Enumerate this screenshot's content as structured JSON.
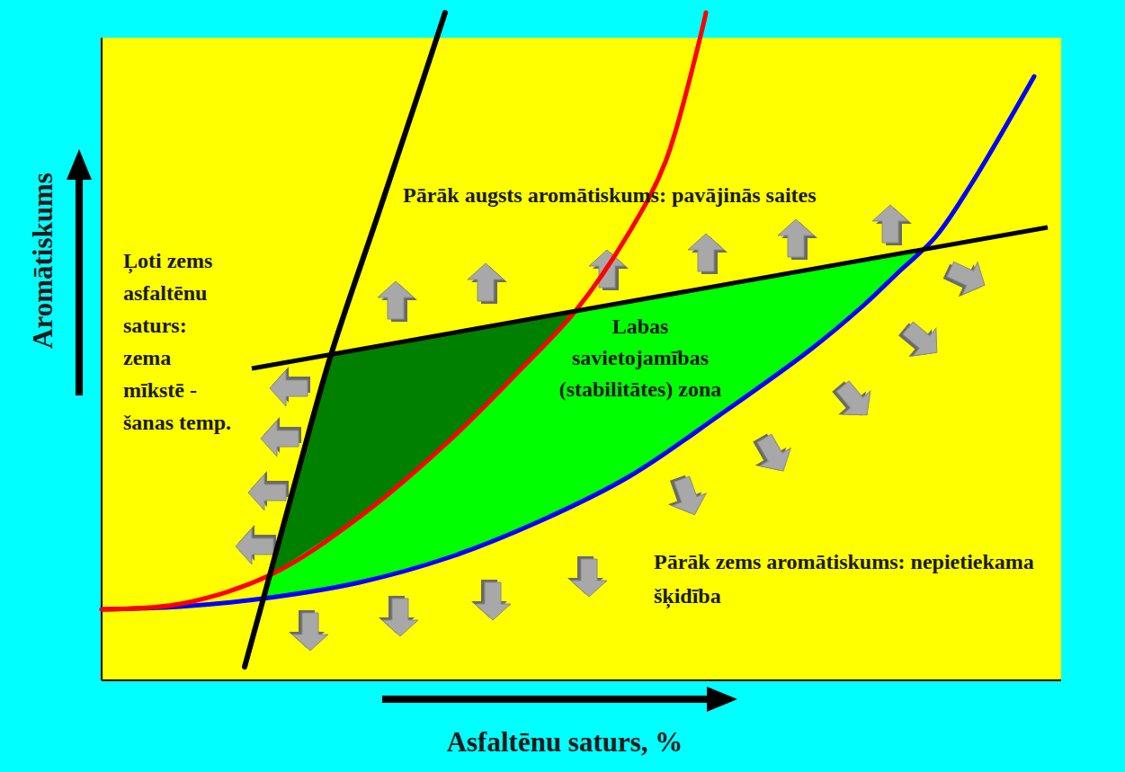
{
  "diagram": {
    "nodes": [
      {
        "text": [
          "Labas savietojamības (stabilitātes) zona"
        ]
      }
    ],
    "labels": [
      "Aromātiskums",
      "Asfaltēnu saturs, %",
      "Pārāk augsts aromātiskums: pavājinās saites",
      "Ļoti zems asfaltēnu saturs: zema mīkstē - šanas temp.",
      "Pārāk zems aromātiskums: nepietiekama šķidība"
    ]
  }
}
